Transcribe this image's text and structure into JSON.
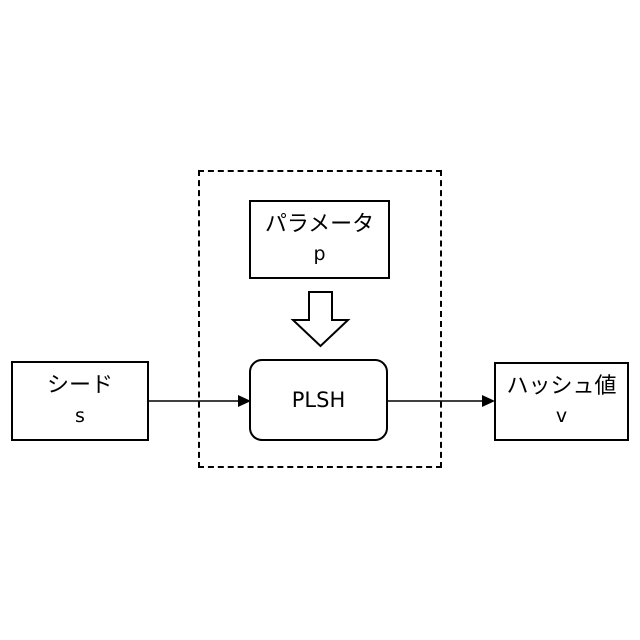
{
  "nodes": {
    "seed": {
      "label": "シード",
      "symbol": "s"
    },
    "parameter": {
      "label": "パラメータ",
      "symbol": "p"
    },
    "plsh": {
      "label": "PLSH"
    },
    "hash_value": {
      "label": "ハッシュ値",
      "symbol": "v"
    }
  },
  "edges": [
    {
      "from": "seed",
      "to": "plsh",
      "style": "solid-arrow"
    },
    {
      "from": "parameter",
      "to": "plsh",
      "style": "hollow-block-arrow"
    },
    {
      "from": "plsh",
      "to": "hash_value",
      "style": "solid-arrow"
    }
  ],
  "groups": [
    {
      "members": [
        "parameter",
        "plsh"
      ],
      "style": "dashed"
    }
  ],
  "colors": {
    "stroke": "#000000",
    "fill": "#ffffff",
    "background": "#ffffff"
  }
}
